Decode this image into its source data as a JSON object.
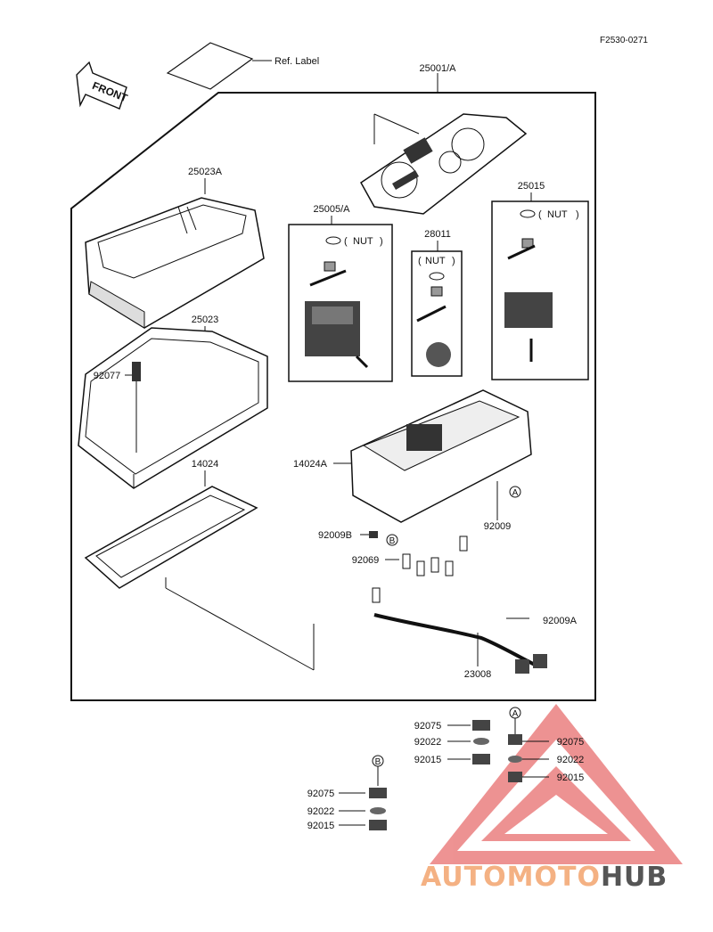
{
  "diagram_code": "F2530-0271",
  "ref_label": "Ref. Label",
  "front_label": "FRONT",
  "parts": {
    "p25001A": "25001/A",
    "p25023A": "25023A",
    "p25023": "25023",
    "p92077": "92077",
    "p14024": "14024",
    "p25005A": "25005/A",
    "p28011": "28011",
    "p25015": "25015",
    "nut1": "NUT",
    "nut2": "NUT",
    "nut3": "NUT",
    "p14024A": "14024A",
    "p92009": "92009",
    "p92009B": "92009B",
    "p92069": "92069",
    "p92009A": "92009A",
    "p23008": "23008",
    "markA": "A",
    "markB": "B",
    "stackA_92075_left": "92075",
    "stackA_92022_left": "92022",
    "stackA_92015_left": "92015",
    "stackA_markA": "A",
    "stackA_92075_right": "92075",
    "stackA_92022_right": "92022",
    "stackA_92015_right": "92015",
    "stackB_markB": "B",
    "stackB_92075": "92075",
    "stackB_92022": "92022",
    "stackB_92015": "92015"
  },
  "watermark": {
    "part1": "AUTOMOTO",
    "part2": "HUB",
    "color1": "#f4b183",
    "color2": "#555555",
    "logo_color": "#e03a3a"
  }
}
